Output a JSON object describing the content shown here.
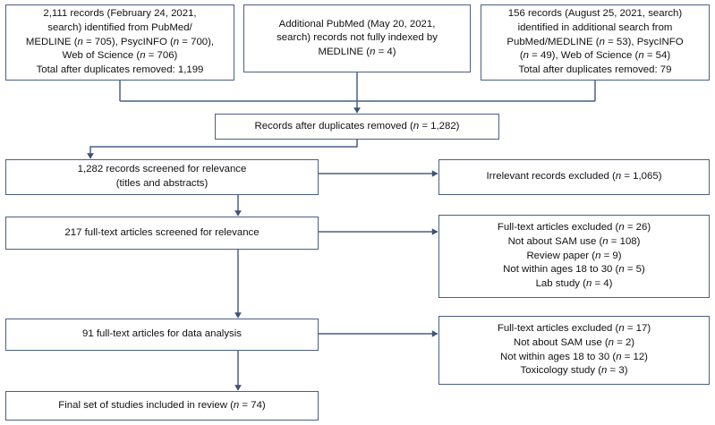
{
  "diagram": {
    "type": "prisma-flow-diagram",
    "title": "PRISMA study selection flow diagram",
    "accent_color": "#4a5f85",
    "box_fill": "#ffffff",
    "text_color": "#111111"
  },
  "identification": {
    "source_1": {
      "name": "records-identified-primary-search",
      "lines": [
        "2,111 records (February 24, 2021,",
        "search) identified from PubMed/",
        "MEDLINE (n = 705), PsycINFO (n = 700),",
        "Web of Science (n = 706)",
        "Total after duplicates removed: 1,199"
      ],
      "total_records": 2111,
      "databases": [
        {
          "name": "PubMed/MEDLINE",
          "n": 705
        },
        {
          "name": "PsycINFO",
          "n": 700
        },
        {
          "name": "Web of Science",
          "n": 706
        }
      ],
      "search_date": "February 24, 2021",
      "total_after_duplicates_removed": 1199
    },
    "source_2": {
      "name": "additional-pubmed-records",
      "lines": [
        "Additional PubMed (May 20, 2021,",
        "search) records not fully indexed by",
        "MEDLINE (n = 4)"
      ],
      "search_date": "May 20, 2021",
      "n": 4
    },
    "source_3": {
      "name": "records-identified-additional-search",
      "lines": [
        "156 records (August 25, 2021, search)",
        "identified in additional search from",
        "PubMed/MEDLINE (n = 53), PsycINFO",
        "(n = 49), Web of Science (n = 54)",
        "Total after duplicates removed: 79"
      ],
      "total_records": 156,
      "databases": [
        {
          "name": "PubMed/MEDLINE",
          "n": 53
        },
        {
          "name": "PsycINFO",
          "n": 49
        },
        {
          "name": "Web of Science",
          "n": 54
        }
      ],
      "search_date": "August 25, 2021",
      "total_after_duplicates_removed": 79
    }
  },
  "merge": {
    "name": "records-after-duplicates-removed",
    "lines": [
      "Records after duplicates removed (n = 1,282)"
    ],
    "n": 1282
  },
  "screening": {
    "name": "records-screened",
    "lines": [
      "1,282 records screened for relevance",
      "(titles and abstracts)"
    ],
    "n": 1282,
    "excluded": {
      "name": "irrelevant-records-excluded",
      "lines": [
        "Irrelevant records excluded (n = 1,065)"
      ],
      "n": 1065
    }
  },
  "eligibility": {
    "name": "full-text-articles-screened",
    "lines": [
      "217 full-text articles screened for relevance"
    ],
    "n": 217,
    "excluded": {
      "name": "full-text-articles-excluded-screening",
      "lines": [
        "Full-text articles excluded (n = 26)",
        "Not about SAM use (n = 108)",
        "Review paper (n = 9)",
        "Not within ages 18 to 30 (n = 5)",
        "Lab study (n = 4)"
      ],
      "total_n": 26,
      "reasons": [
        {
          "reason": "Not about SAM use",
          "n": 108
        },
        {
          "reason": "Review paper",
          "n": 9
        },
        {
          "reason": "Not within ages 18 to 30",
          "n": 5
        },
        {
          "reason": "Lab study",
          "n": 4
        }
      ]
    }
  },
  "analysis": {
    "name": "full-text-articles-for-data-analysis",
    "lines": [
      "91 full-text articles for data analysis"
    ],
    "n": 91,
    "excluded": {
      "name": "full-text-articles-excluded-analysis",
      "lines": [
        "Full-text articles excluded (n = 17)",
        "Not about SAM use (n = 2)",
        "Not within ages 18 to 30 (n = 12)",
        "Toxicology study (n = 3)"
      ],
      "total_n": 17,
      "reasons": [
        {
          "reason": "Not about SAM use",
          "n": 2
        },
        {
          "reason": "Not within ages 18 to 30",
          "n": 12
        },
        {
          "reason": "Toxicology study",
          "n": 3
        }
      ]
    }
  },
  "included": {
    "name": "final-set-of-studies",
    "lines": [
      "Final set of studies included in review (n = 74)"
    ],
    "n": 74
  }
}
